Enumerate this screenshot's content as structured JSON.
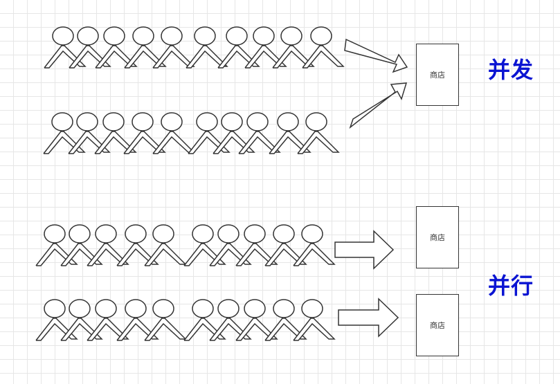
{
  "diagram": {
    "concurrent": {
      "label": "并发",
      "store_label": "商店"
    },
    "parallel": {
      "label": "并行",
      "store_labels": [
        "商店",
        "商店"
      ]
    }
  },
  "colors": {
    "heading": "#0a14d2",
    "stroke": "#333333",
    "fill": "#ffffff"
  },
  "icons": [
    "person-icon",
    "arrow-icon"
  ]
}
